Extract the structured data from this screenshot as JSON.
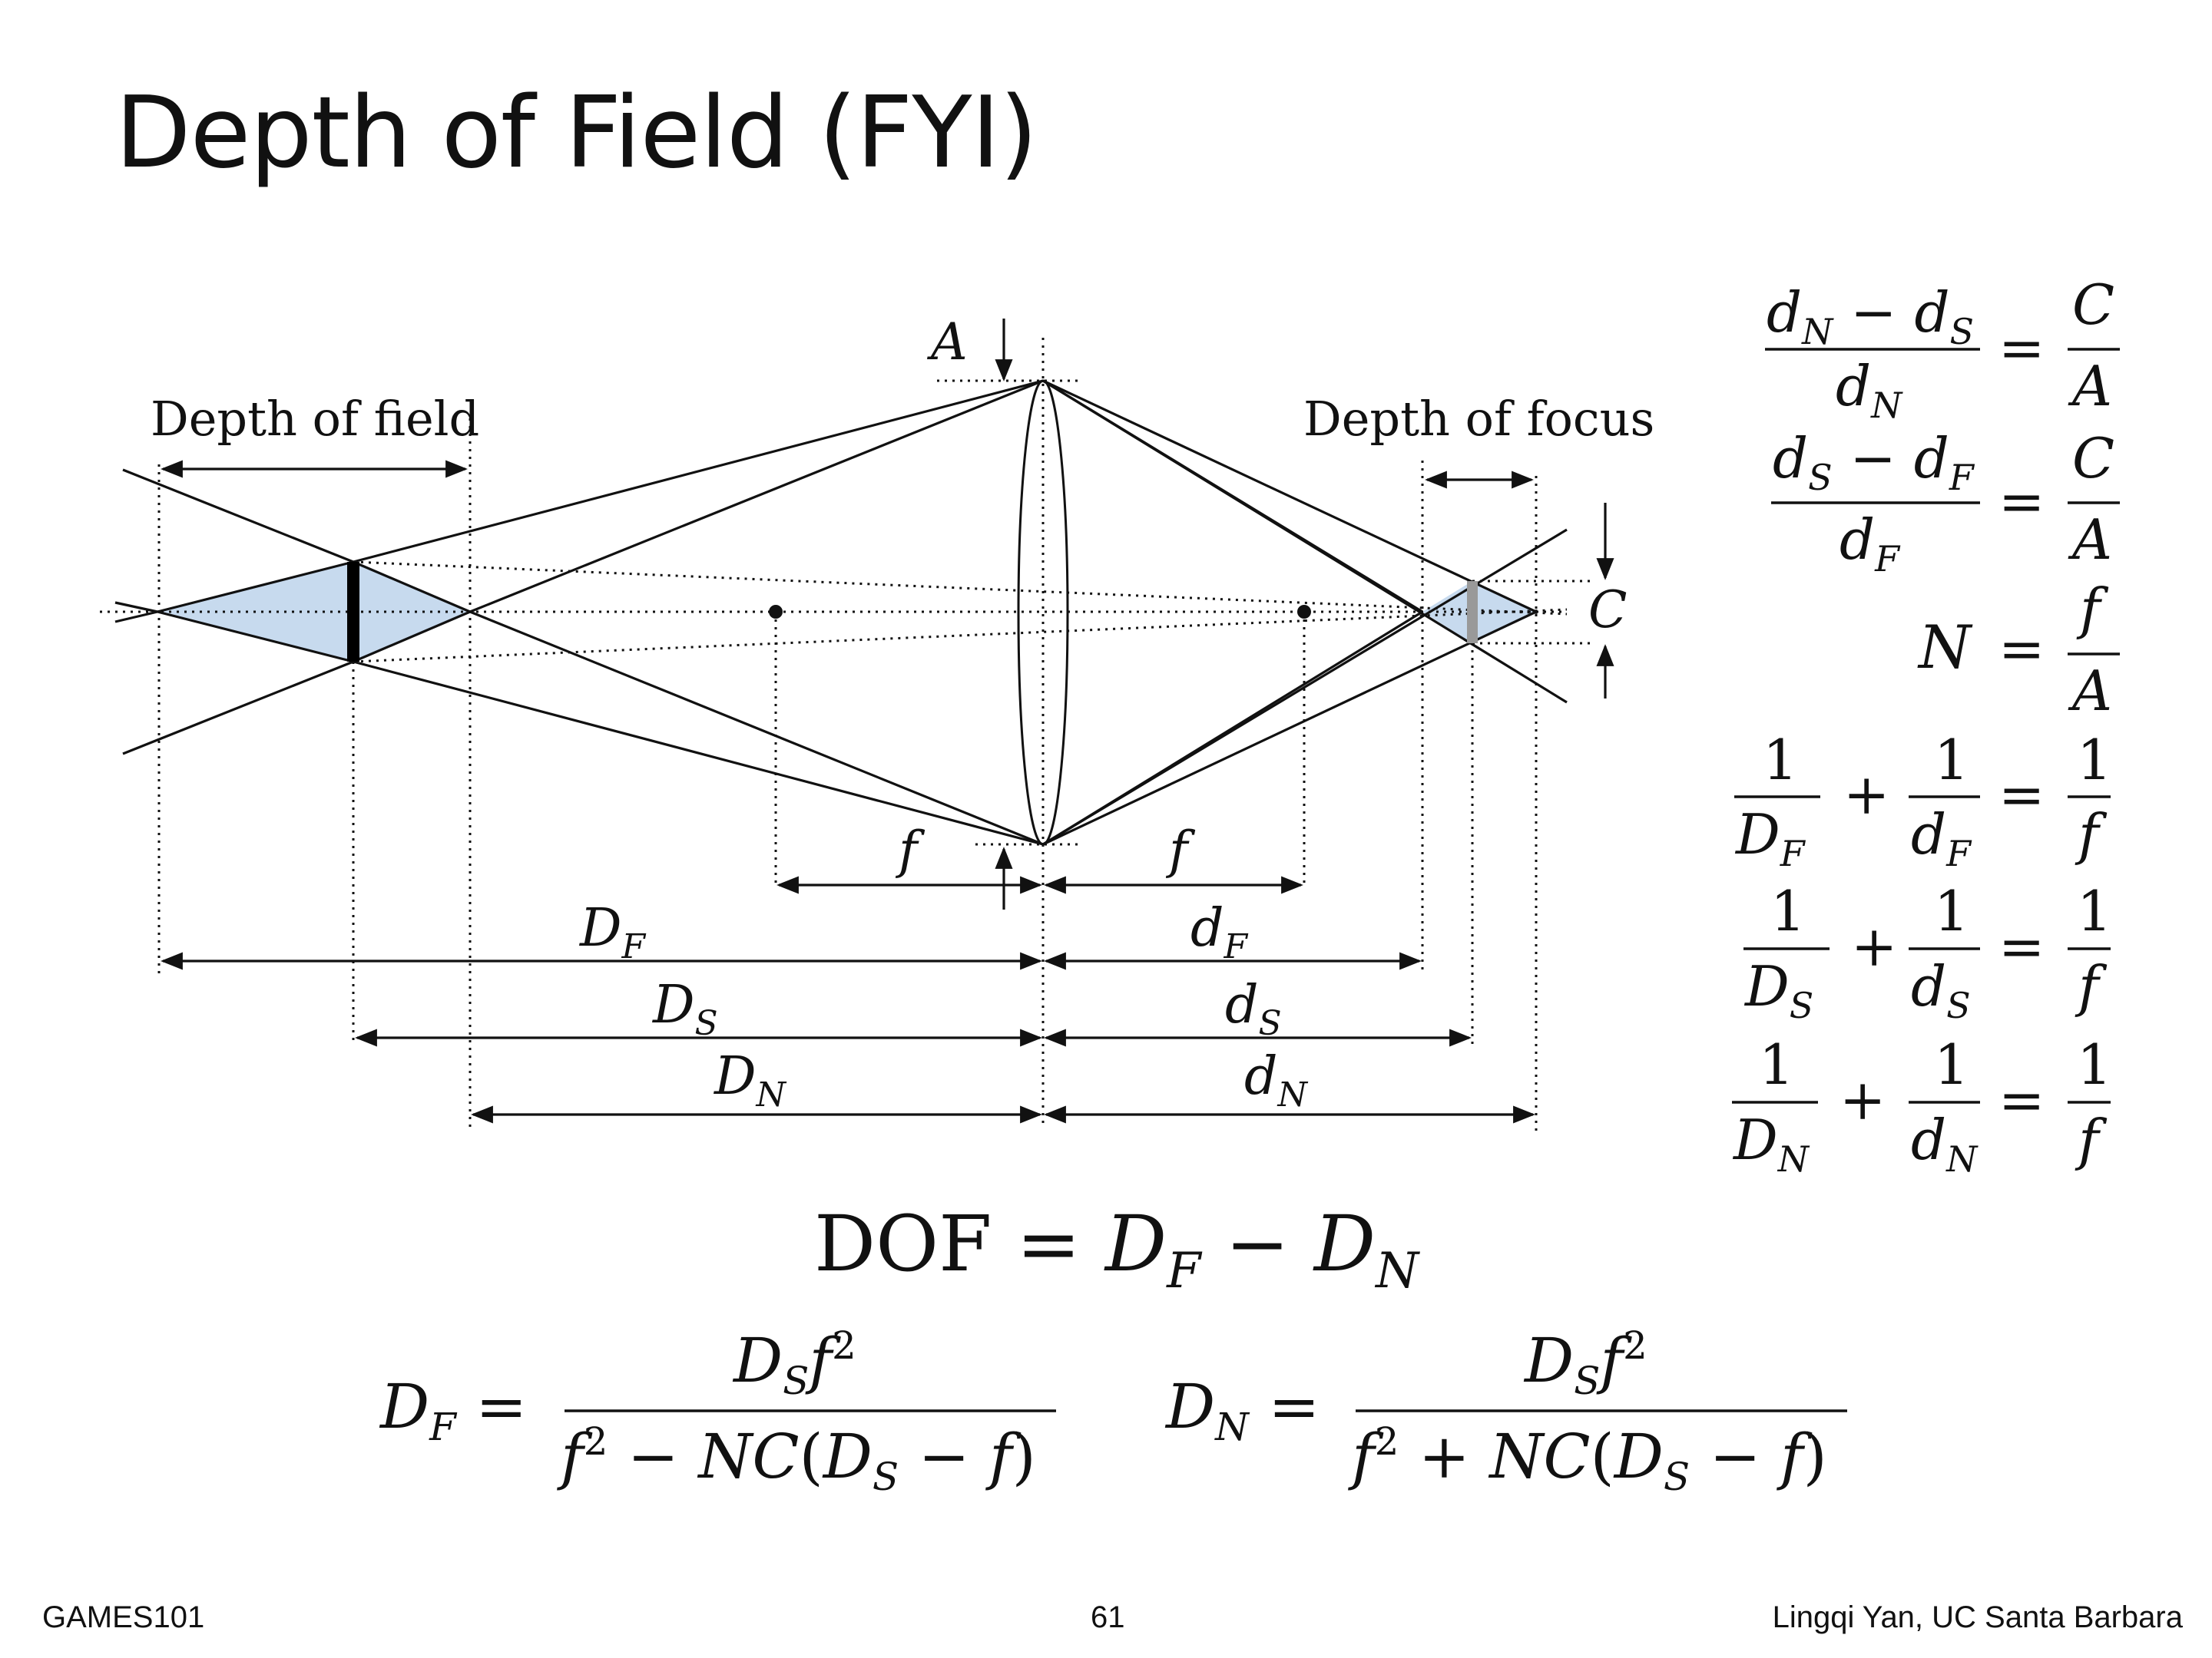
{
  "slide": {
    "title": "Depth of Field (FYI)",
    "page_number": "61",
    "footer_left": "GAMES101",
    "footer_right": "Lingqi Yan, UC Santa Barbara"
  },
  "diagram": {
    "label_depth_of_field": "Depth of field",
    "label_depth_of_focus": "Depth of focus",
    "label_A": "A",
    "label_C": "C",
    "label_f": "f"
  },
  "equations": {
    "ratio_near": {
      "lhs_num": "d_N − d_S",
      "lhs_den": "d_N",
      "rhs_num": "C",
      "rhs_den": "A"
    },
    "ratio_far": {
      "lhs_num": "d_S − d_F",
      "lhs_den": "d_F",
      "rhs_num": "C",
      "rhs_den": "A"
    },
    "f_number": {
      "lhs": "N",
      "rhs_num": "f",
      "rhs_den": "A"
    },
    "thin_lens_F": {
      "a": "D_F",
      "b": "d_F",
      "c": "f"
    },
    "thin_lens_S": {
      "a": "D_S",
      "b": "d_S",
      "c": "f"
    },
    "thin_lens_N": {
      "a": "D_N",
      "b": "d_N",
      "c": "f"
    },
    "dof": "DOF = D_F − D_N",
    "DF_formula": {
      "lhs": "D_F",
      "num": "D_S f²",
      "den": "f² − NC(D_S − f)"
    },
    "DN_formula": {
      "lhs": "D_N",
      "num": "D_S f²",
      "den": "f² + NC(D_S − f)"
    }
  }
}
